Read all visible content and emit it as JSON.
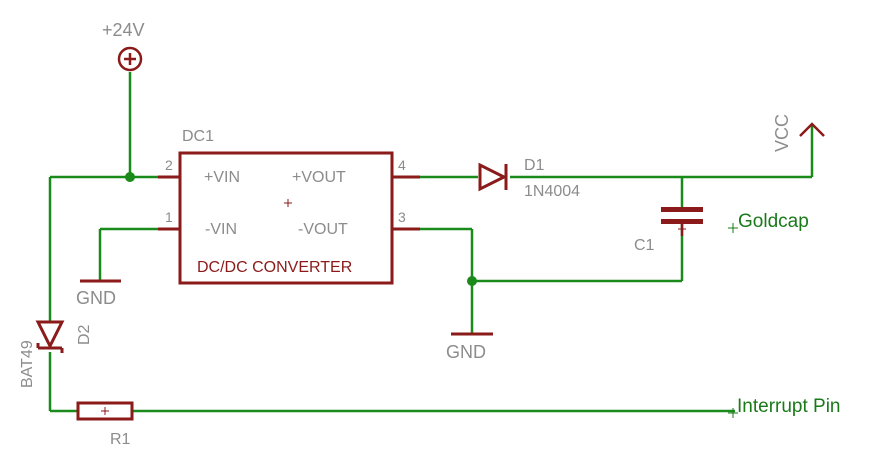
{
  "colors": {
    "wire": "#1a8a1a",
    "part": "#8b1a1a",
    "label_gray": "#8c8c8c",
    "net_label": "#1a7a1a"
  },
  "power": {
    "plus24": "+24V",
    "vcc": "VCC"
  },
  "dc1": {
    "name": "DC1",
    "title": "DC/DC CONVERTER",
    "pins": {
      "p2_num": "2",
      "p1_num": "1",
      "p4_num": "4",
      "p3_num": "3",
      "vin_plus": "+VIN",
      "vin_minus": "-VIN",
      "vout_plus": "+VOUT",
      "vout_minus": "-VOUT"
    }
  },
  "d1": {
    "name": "D1",
    "value": "1N4004"
  },
  "d2": {
    "name": "D2",
    "value": "BAT49"
  },
  "c1": {
    "name": "C1"
  },
  "r1": {
    "name": "R1"
  },
  "gnd": {
    "left": "GND",
    "center": "GND"
  },
  "nets": {
    "goldcap": "Goldcap",
    "interrupt": "Interrupt Pin"
  }
}
